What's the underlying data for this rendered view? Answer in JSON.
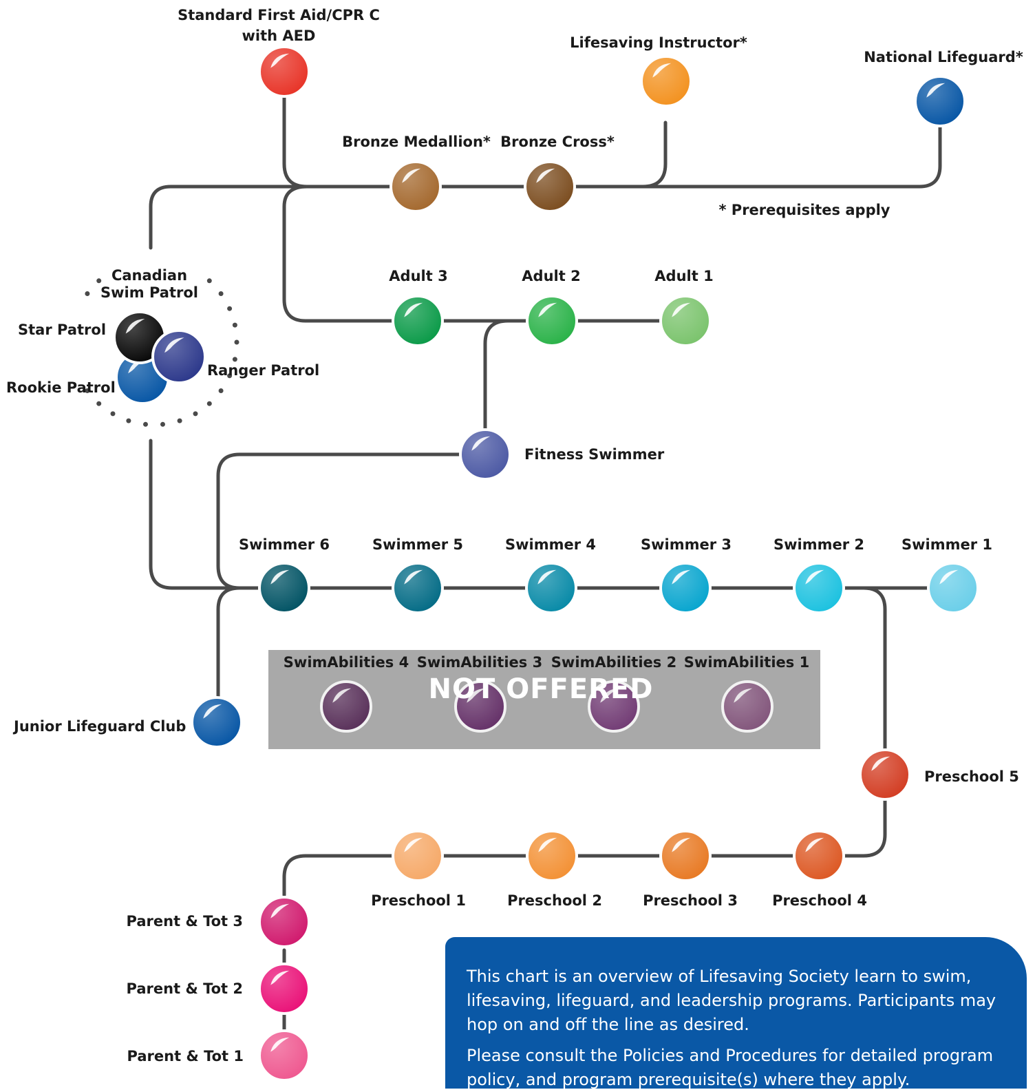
{
  "labels": {
    "first_aid": "Standard First Aid/CPR C\nwith AED",
    "lifesaving_instructor": "Lifesaving Instructor*",
    "national_lifeguard": "National Lifeguard*",
    "bronze_medallion": "Bronze Medallion*",
    "bronze_cross": "Bronze Cross*",
    "prerequisites": "* Prerequisites apply",
    "canadian_swim_patrol": "Canadian\nSwim Patrol",
    "star_patrol": "Star Patrol",
    "rookie_patrol": "Rookie Patrol",
    "ranger_patrol": "Ranger Patrol",
    "adult_3": "Adult 3",
    "adult_2": "Adult 2",
    "adult_1": "Adult 1",
    "fitness_swimmer": "Fitness Swimmer",
    "swimmer_6": "Swimmer 6",
    "swimmer_5": "Swimmer 5",
    "swimmer_4": "Swimmer 4",
    "swimmer_3": "Swimmer 3",
    "swimmer_2": "Swimmer 2",
    "swimmer_1": "Swimmer 1",
    "swimabilities_4": "SwimAbilities 4",
    "swimabilities_3": "SwimAbilities 3",
    "swimabilities_2": "SwimAbilities 2",
    "swimabilities_1": "SwimAbilities 1",
    "not_offered": "NOT OFFERED",
    "junior_lifeguard_club": "Junior Lifeguard Club",
    "preschool_5": "Preschool 5",
    "preschool_1": "Preschool 1",
    "preschool_2": "Preschool 2",
    "preschool_3": "Preschool 3",
    "preschool_4": "Preschool 4",
    "parent_tot_3": "Parent & Tot 3",
    "parent_tot_2": "Parent & Tot 2",
    "parent_tot_1": "Parent & Tot 1"
  },
  "info": {
    "paragraph_1": "This chart is an overview of Lifesaving Society learn to swim, lifesaving, lifeguard, and leadership programs. Participants may hop on and off the line as desired.",
    "paragraph_2": "Please consult the Policies and Procedures for detailed program policy, and program prerequisite(s) where they apply."
  },
  "colors": {
    "line": "#4a4a4a",
    "first_aid": "#e8362a",
    "lifesaving_instructor": "#f39322",
    "national_lifeguard": "#0a58a6",
    "bronze_medallion": "#a56a30",
    "bronze_cross": "#7d4f22",
    "adult_3": "#0d9b4a",
    "adult_2": "#2cb34a",
    "adult_1": "#7cc46e",
    "fitness_swimmer": "#4e5ba5",
    "star_patrol": "#0a0a0a",
    "rookie_patrol": "#0a58a6",
    "ranger_patrol": "#2e3a8c",
    "swimmer_6": "#045566",
    "swimmer_5": "#066d87",
    "swimmer_4": "#0a8ba8",
    "swimmer_3": "#0aa6cf",
    "swimmer_2": "#1ec2e0",
    "swimmer_1": "#6ccfe9",
    "swimabilities_4": "#4e1f4f",
    "swimabilities_3": "#5c2060",
    "swimabilities_2": "#6b2c6e",
    "swimabilities_1": "#7e4a76",
    "junior_lifeguard_club": "#0a58a6",
    "preschool_5": "#d33f25",
    "preschool_4": "#dd5a26",
    "preschool_3": "#e87b26",
    "preschool_2": "#f39237",
    "preschool_1": "#f6aa6a",
    "parent_tot_3": "#d11c6f",
    "parent_tot_2": "#ea1479",
    "parent_tot_1": "#ef5a91",
    "info_box": "#0a58a6",
    "banner": "#969696"
  }
}
